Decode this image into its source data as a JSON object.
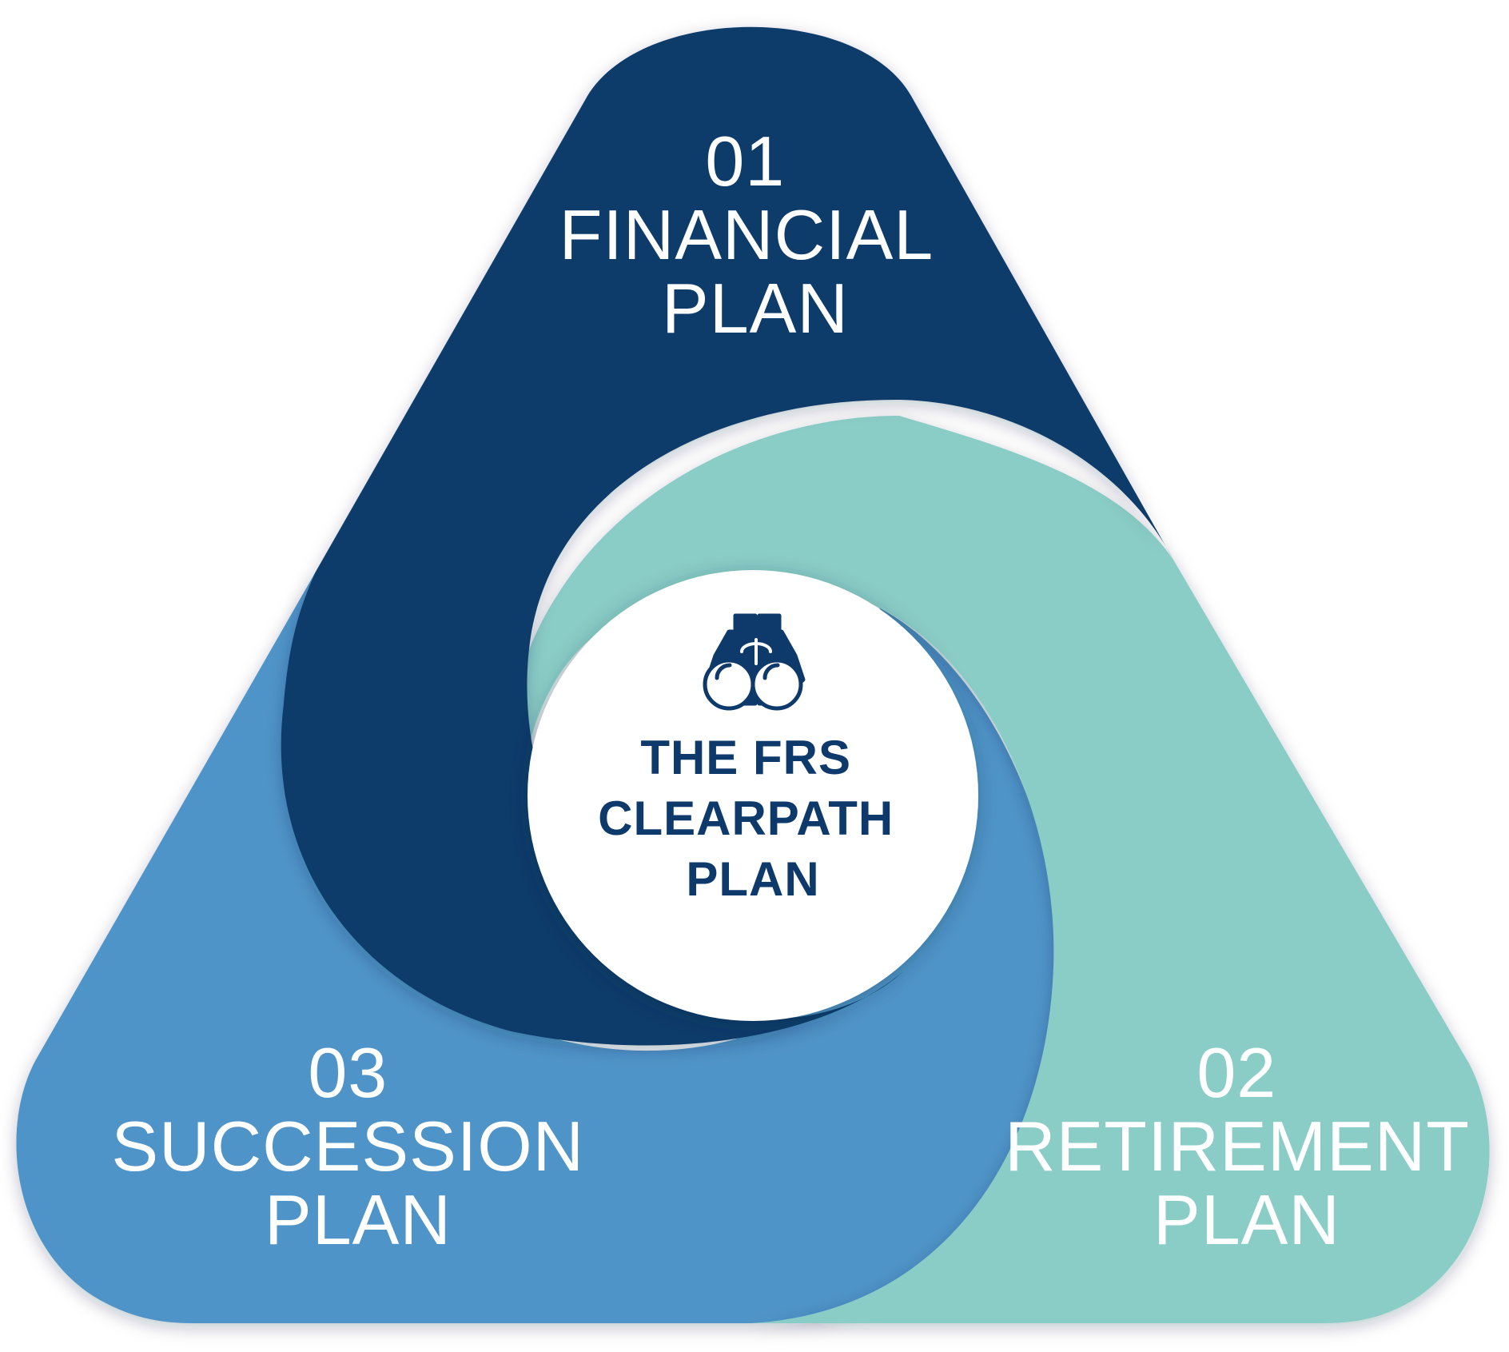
{
  "colors": {
    "financial": "#0b3a6b",
    "retirement": "#8acdc6",
    "succession": "#4f94c8",
    "center_text": "#0d3a6b",
    "label_text": "#ffffff",
    "background": "#ffffff"
  },
  "center": {
    "icon": "binoculars-icon",
    "lines": [
      "THE FRS",
      "CLEARPATH",
      "PLAN"
    ]
  },
  "segments": [
    {
      "key": "financial",
      "number": "01",
      "lines": [
        "FINANCIAL",
        "PLAN"
      ]
    },
    {
      "key": "retirement",
      "number": "02",
      "lines": [
        "RETIREMENT",
        "PLAN"
      ]
    },
    {
      "key": "succession",
      "number": "03",
      "lines": [
        "SUCCESSION",
        "PLAN"
      ]
    }
  ]
}
